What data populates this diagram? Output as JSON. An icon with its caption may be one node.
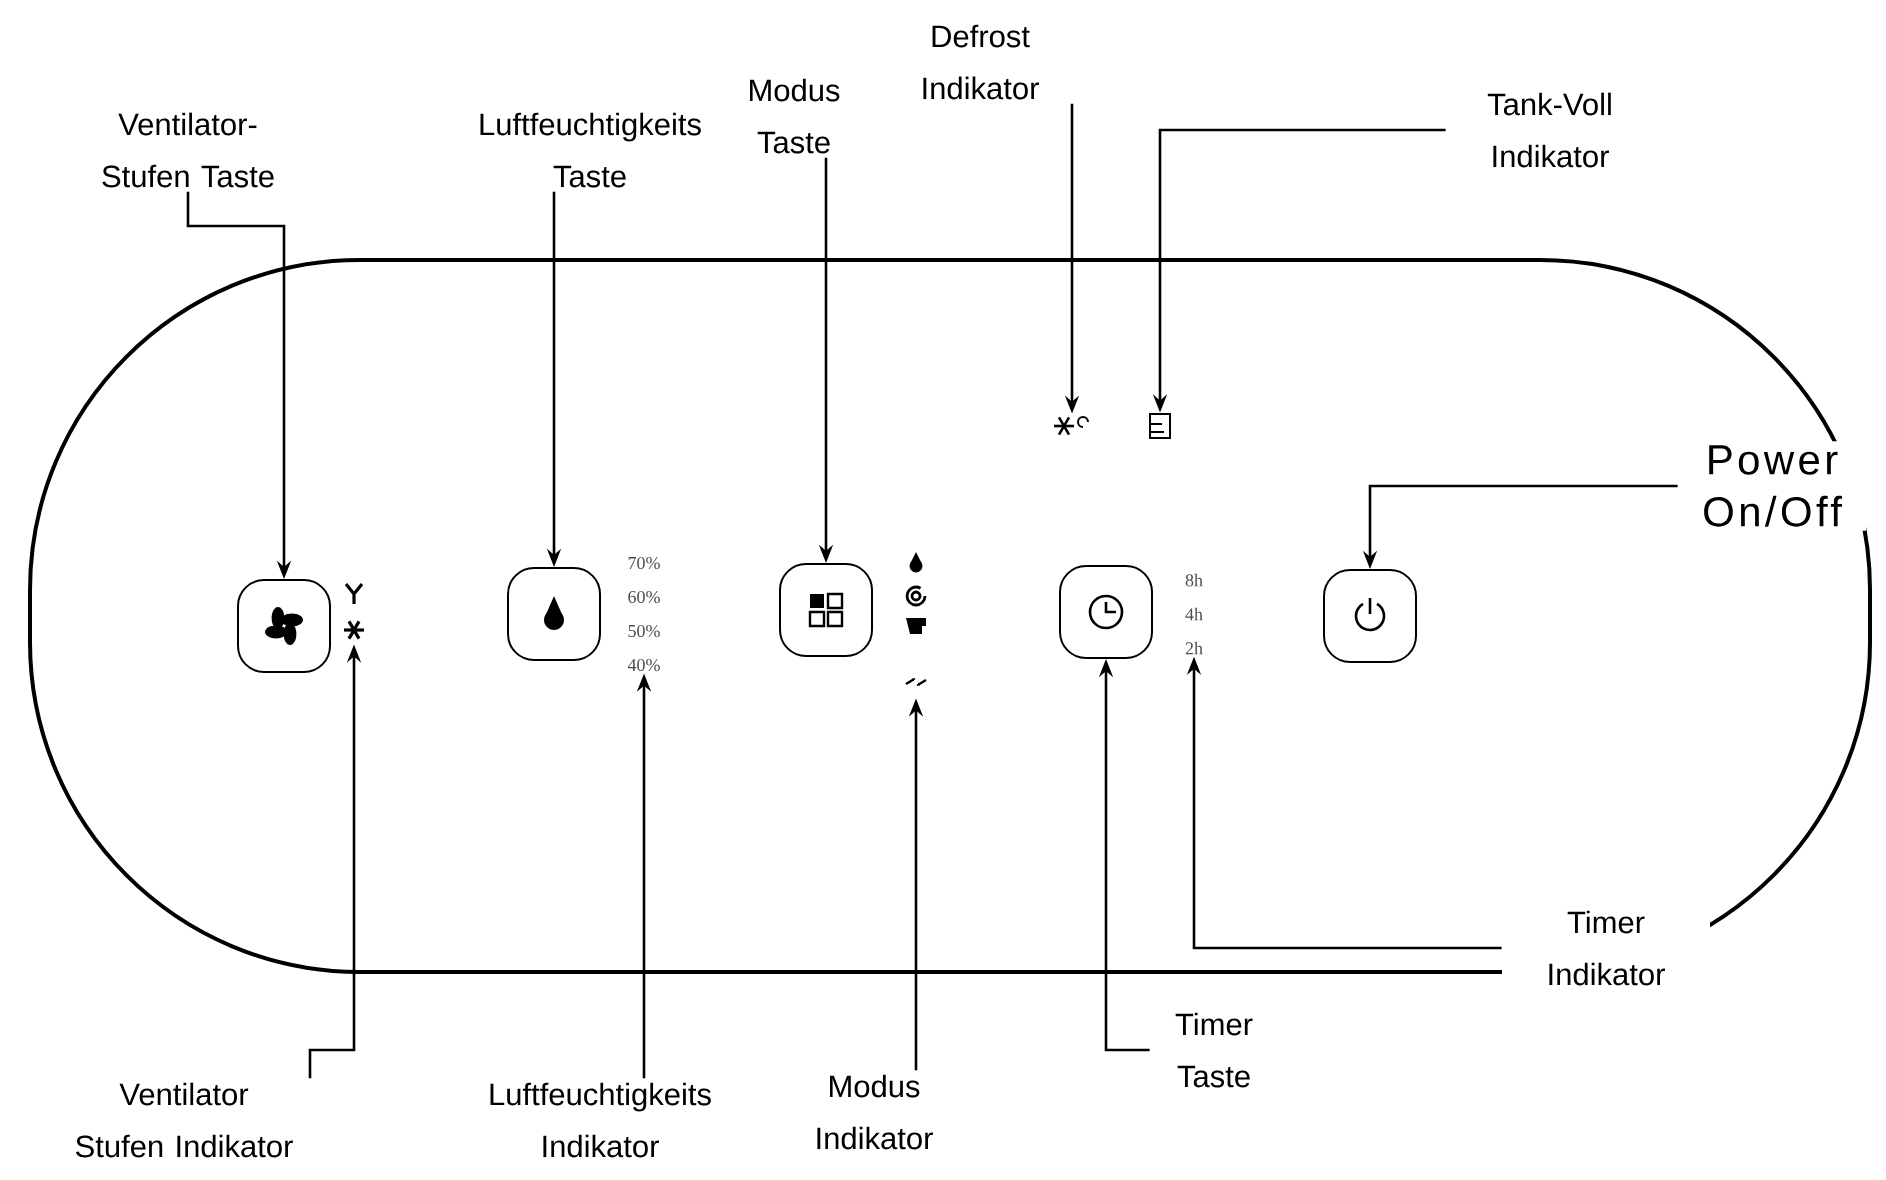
{
  "diagram": {
    "nodes": [
      {
        "text": [
          "Ventilator-Stufen Taste"
        ]
      },
      {
        "text": [
          "Luftfeuchtigkeits Taste"
        ]
      },
      {
        "text": [
          "Modus Taste"
        ]
      },
      {
        "text": [
          "Defrost Indikator"
        ]
      },
      {
        "text": [
          "Tank-Voll Indikator"
        ]
      },
      {
        "text": [
          "Power On/Off"
        ]
      },
      {
        "text": [],
        "shape": "box"
      },
      {
        "text": [],
        "shape": "icon"
      },
      {
        "text": [],
        "shape": "box"
      },
      {
        "text": [
          "70%",
          "60%",
          "50%",
          "40%"
        ]
      },
      {
        "text": [],
        "shape": "icon"
      },
      {
        "text": [],
        "shape": "icon"
      },
      {
        "text": [],
        "shape": "box"
      },
      {
        "text": [],
        "shape": "icon"
      },
      {
        "text": [],
        "shape": "box"
      },
      {
        "text": [
          "8h",
          "4h",
          "2h"
        ]
      },
      {
        "text": [],
        "shape": "box"
      },
      {
        "text": [
          "Timer Indikator"
        ]
      },
      {
        "text": [
          "Ventilator Stufen Indikator"
        ]
      },
      {
        "text": [
          "Luftfeuchtigkeits Indikator"
        ]
      },
      {
        "text": [
          "Modus Indikator"
        ]
      },
      {
        "text": [
          "Timer Taste"
        ]
      }
    ],
    "edges": [
      {
        "from": 0,
        "to": 6,
        "arrow": "to"
      },
      {
        "from": 1,
        "to": 8,
        "arrow": "to"
      },
      {
        "from": 2,
        "to": 12,
        "arrow": "to"
      },
      {
        "from": 3,
        "to": 10,
        "arrow": "to"
      },
      {
        "from": 4,
        "to": 11,
        "arrow": "to"
      },
      {
        "from": 5,
        "to": 16,
        "arrow": "to"
      },
      {
        "from": 17,
        "to": 15,
        "arrow": "to"
      },
      {
        "from": 18,
        "to": 7,
        "arrow": "to"
      },
      {
        "from": 19,
        "to": 9,
        "arrow": "to"
      },
      {
        "from": 20,
        "to": 13,
        "arrow": "to"
      },
      {
        "from": 21,
        "to": 14,
        "arrow": "to"
      }
    ]
  }
}
